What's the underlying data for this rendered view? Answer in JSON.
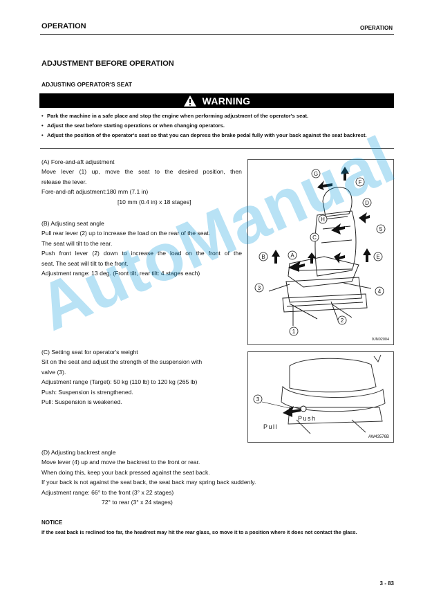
{
  "header": {
    "left": "OPERATION",
    "right": "OPERATION"
  },
  "title": "ADJUSTMENT BEFORE OPERATION",
  "subtitle": "ADJUSTING OPERATOR'S SEAT",
  "warning": {
    "label": "WARNING",
    "items": [
      "Park the machine in a safe place and stop the engine when performing adjustment of the operator's seat.",
      "Adjust the seat before starting operations or when changing operators.",
      "Adjust the position of the operator's seat so that you can depress the brake pedal fully with your back against the seat backrest."
    ]
  },
  "sectionA": {
    "heading": "(A) Fore-and-aft adjustment",
    "line1_words": [
      "Move",
      "lever",
      "(1)",
      "up,",
      "move",
      "the",
      "seat",
      "to",
      "the",
      "desired",
      "position,",
      "then"
    ],
    "line2": "release the lever.",
    "line3": "Fore-and-aft adjustment:180 mm (7.1 in)",
    "line4": "[10 mm (0.4 in) x 18 stages]"
  },
  "sectionB": {
    "heading": "(B) Adjusting seat angle",
    "line1": "Pull rear lever (2) up to increase the load on the rear of the seat.",
    "line2": "The seat will tilt to the rear.",
    "line3_words": [
      "Push",
      "front",
      "lever",
      "(2)",
      "down",
      "to",
      "increase",
      "the",
      "load",
      "on",
      "the",
      "front",
      "of",
      "the"
    ],
    "line4": "seat.  The seat will tilt to the front.",
    "line5": "Adjustment range: 13 deg. (Front tilt, rear tilt: 4 stages each)"
  },
  "sectionC": {
    "heading": "(C) Setting seat for operator's weight",
    "line1": "Sit on the seat and adjust the strength of the suspension with",
    "line2": "valve (3).",
    "line3": "Adjustment range (Target): 50 kg (110 lb) to 120 kg (265 lb)",
    "line4": "Push: Suspension is strengthened.",
    "line5": "Pull: Suspension is weakened."
  },
  "sectionD": {
    "heading": "(D) Adjusting backrest angle",
    "line1": "Move lever (4) up and move the backrest to the front or rear.",
    "line2": "When doing this, keep your back pressed against the seat back.",
    "line3": "If your back is not against the seat back, the seat back may spring back suddenly.",
    "line4": "Adjustment range: 66° to the front (3° x 22 stages)",
    "line5": "72° to rear (3° x 24 stages)"
  },
  "notice": {
    "heading": "NOTICE",
    "text": "If the seat back is reclined too far, the headrest may hit the rear glass, so move it to a position where it does not contact the glass."
  },
  "figure1": {
    "code": "9JN02004",
    "labels": {
      "G": "G",
      "F": "F",
      "D": "D",
      "H": "H",
      "C": "C",
      "A": "A",
      "B": "B",
      "E": "E",
      "n1": "1",
      "n2": "2",
      "n3": "3",
      "n4": "4",
      "n5": "5"
    }
  },
  "figure2": {
    "code": "AW43576B",
    "push": "Push",
    "pull": "Pull",
    "n3": "3"
  },
  "page_number": "3 - 83",
  "watermark": "AutoManual"
}
